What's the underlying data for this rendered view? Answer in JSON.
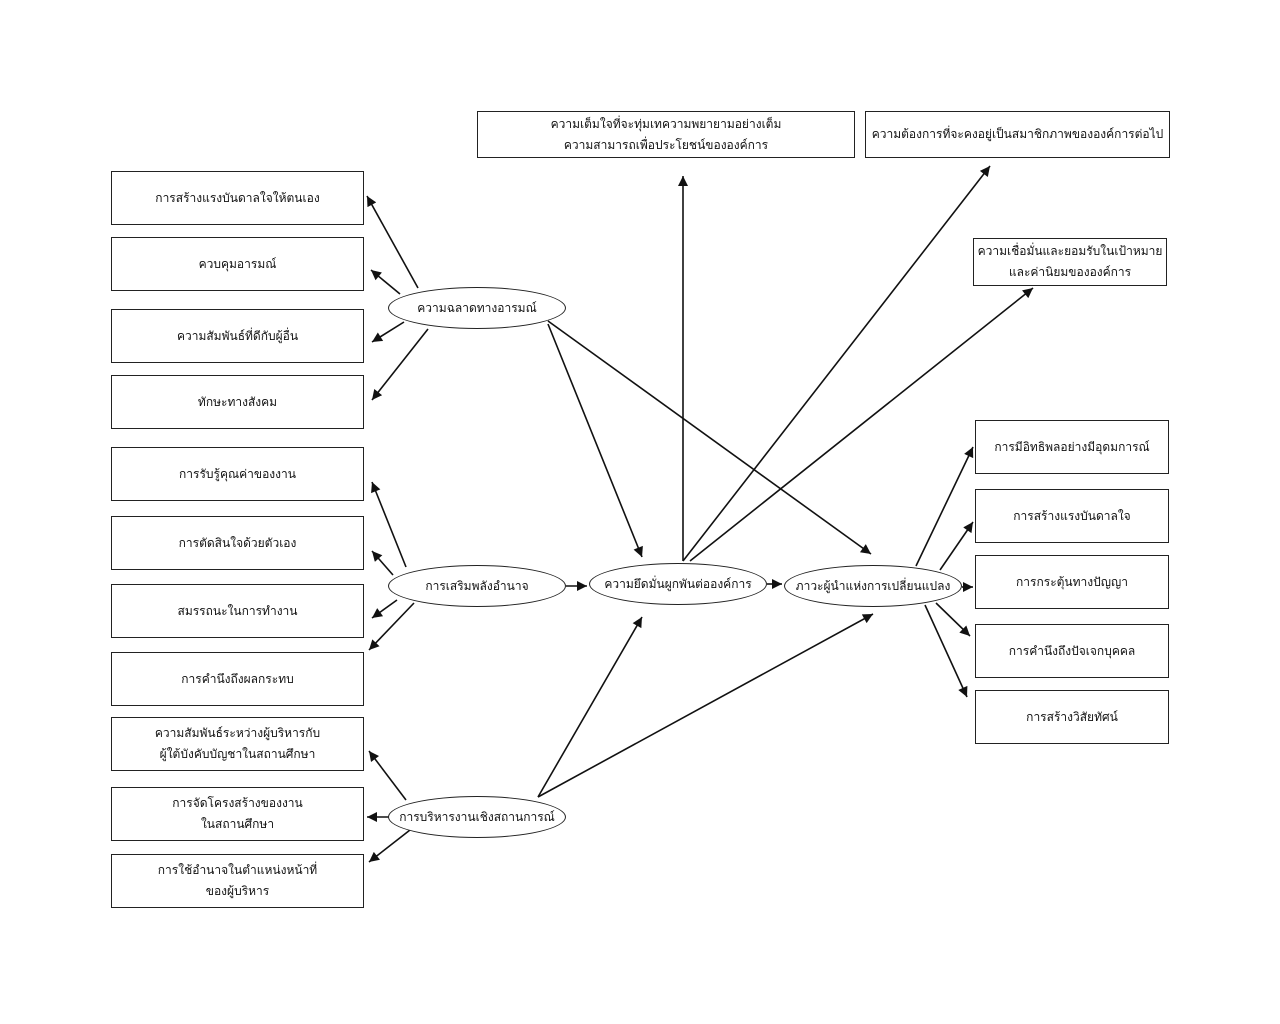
{
  "constructs": {
    "emotional_intelligence": "ความฉลาดทางอารมณ์",
    "empowerment": "การเสริมพลังอำนาจ",
    "situational_management": "การบริหารงานเชิงสถานการณ์",
    "organizational_commitment": "ความยึดมั่นผูกพันต่อองค์การ",
    "transformational_leadership": "ภาวะผู้นำแห่งการเปลี่ยนแปลง"
  },
  "indicators": {
    "emotional_intelligence": [
      "การสร้างแรงบันดาลใจให้ตนเอง",
      "ควบคุมอารมณ์",
      "ความสัมพันธ์ที่ดีกับผู้อื่น",
      "ทักษะทางสังคม"
    ],
    "empowerment": [
      "การรับรู้คุณค่าของงาน",
      "การตัดสินใจด้วยตัวเอง",
      "สมรรถนะในการทำงาน",
      "การคำนึงถึงผลกระทบ"
    ],
    "situational_management": [
      "ความสัมพันธ์ระหว่างผู้บริหารกับ\nผู้ใต้บังคับบัญชาในสถานศึกษา",
      "การจัดโครงสร้างของงาน\nในสถานศึกษา",
      "การใช้อำนาจในตำแหน่งหน้าที่\nของผู้บริหาร"
    ],
    "organizational_commitment": [
      "ความเต็มใจที่จะทุ่มเทความพยายามอย่างเต็ม\nความสามารถเพื่อประโยชน์ขององค์การ",
      "ความต้องการที่จะคงอยู่เป็นสมาชิกภาพขององค์การต่อไป",
      "ความเชื่อมั่นและยอมรับในเป้าหมาย\nและค่านิยมขององค์การ"
    ],
    "transformational_leadership": [
      "การมีอิทธิพลอย่างมีอุดมการณ์",
      "การสร้างแรงบันดาลใจ",
      "การกระตุ้นทางปัญญา",
      "การคำนึงถึงปัจเจกบุคคล",
      "การสร้างวิสัยทัศน์"
    ]
  }
}
